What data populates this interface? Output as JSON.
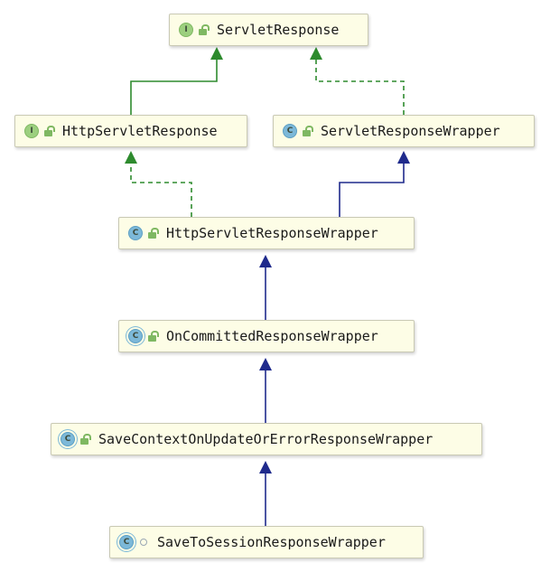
{
  "diagram": {
    "nodes": [
      {
        "id": "servlet-response",
        "kind": "interface",
        "kind_letter": "I",
        "access": "public",
        "label": "ServletResponse"
      },
      {
        "id": "http-servlet-response",
        "kind": "interface",
        "kind_letter": "I",
        "access": "public",
        "label": "HttpServletResponse"
      },
      {
        "id": "servlet-response-wrapper",
        "kind": "class",
        "kind_letter": "C",
        "access": "public",
        "label": "ServletResponseWrapper"
      },
      {
        "id": "http-servlet-response-wrapper",
        "kind": "class",
        "kind_letter": "C",
        "access": "public",
        "label": "HttpServletResponseWrapper"
      },
      {
        "id": "on-committed-response-wrapper",
        "kind": "abstract-class",
        "kind_letter": "C",
        "access": "public",
        "label": "OnCommittedResponseWrapper"
      },
      {
        "id": "save-context-response-wrapper",
        "kind": "abstract-class",
        "kind_letter": "C",
        "access": "public",
        "label": "SaveContextOnUpdateOrErrorResponseWrapper"
      },
      {
        "id": "save-to-session-response-wrapper",
        "kind": "inner-class",
        "kind_letter": "C",
        "access": "private",
        "label": "SaveToSessionResponseWrapper"
      }
    ],
    "edges": [
      {
        "from": "http-servlet-response",
        "to": "servlet-response",
        "relation": "extends-interface"
      },
      {
        "from": "servlet-response-wrapper",
        "to": "servlet-response",
        "relation": "implements"
      },
      {
        "from": "http-servlet-response-wrapper",
        "to": "http-servlet-response",
        "relation": "implements"
      },
      {
        "from": "http-servlet-response-wrapper",
        "to": "servlet-response-wrapper",
        "relation": "extends"
      },
      {
        "from": "on-committed-response-wrapper",
        "to": "http-servlet-response-wrapper",
        "relation": "extends"
      },
      {
        "from": "save-context-response-wrapper",
        "to": "on-committed-response-wrapper",
        "relation": "extends"
      },
      {
        "from": "save-to-session-response-wrapper",
        "to": "save-context-response-wrapper",
        "relation": "extends"
      }
    ],
    "colors": {
      "interface_edge": "#2e8b2e",
      "class_edge": "#1f2a8c",
      "node_fill": "#fdfde6"
    }
  }
}
